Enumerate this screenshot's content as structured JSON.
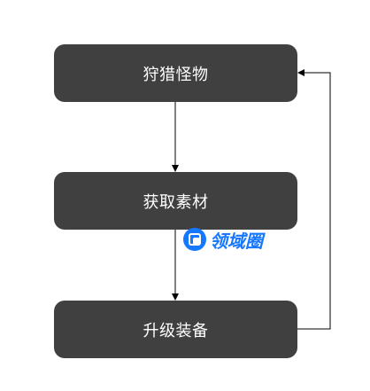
{
  "nodes": [
    {
      "label": "狩猎怪物"
    },
    {
      "label": "获取素材"
    },
    {
      "label": "升级装备"
    }
  ],
  "watermark": {
    "text": "领域圈"
  },
  "colors": {
    "node_fill": "#404040",
    "node_text": "#ffffff",
    "edge": "#000000",
    "watermark": "#1677ff"
  }
}
